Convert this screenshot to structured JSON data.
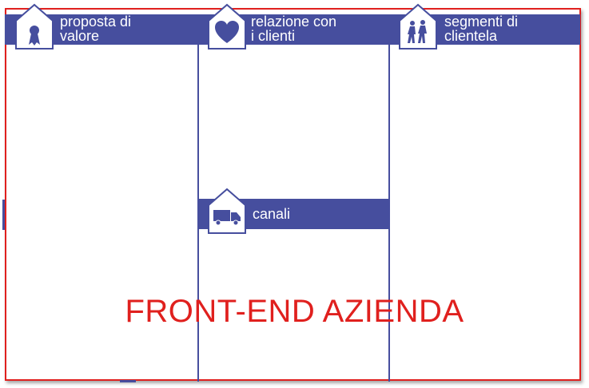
{
  "canvas": {
    "border_color": "#e0201e",
    "band_color": "#464e9e"
  },
  "blocks": {
    "value_proposition": {
      "label": "proposta di\nvalore",
      "icon": "ribbon-award-icon"
    },
    "customer_relationship": {
      "label": "relazione con\ni clienti",
      "icon": "heart-icon"
    },
    "customer_segments": {
      "label": "segmenti di\nclientela",
      "icon": "people-walking-icon"
    },
    "channels": {
      "label": "canali",
      "icon": "truck-icon"
    }
  },
  "caption": "FRONT-END AZIENDA"
}
